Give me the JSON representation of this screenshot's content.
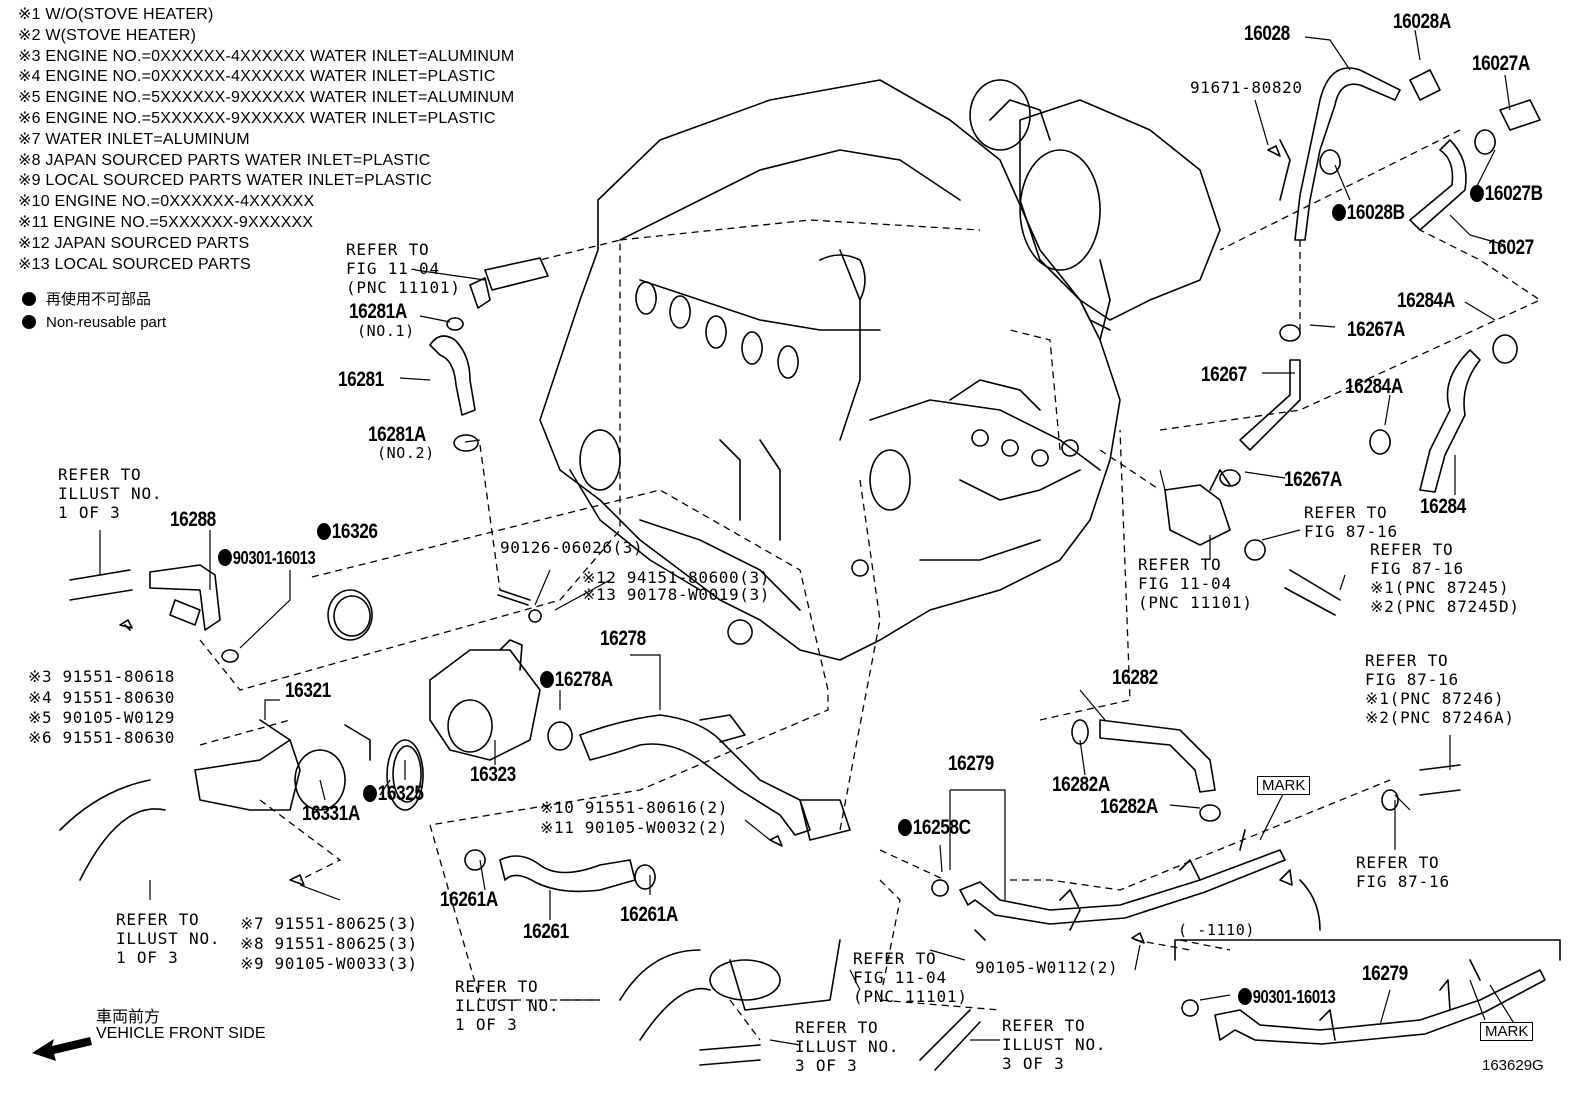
{
  "notes": [
    "※1  W/O(STOVE HEATER)",
    "※2  W(STOVE HEATER)",
    "※3  ENGINE NO.=0XXXXXX-4XXXXXX WATER INLET=ALUMINUM",
    "※4  ENGINE NO.=0XXXXXX-4XXXXXX WATER INLET=PLASTIC",
    "※5  ENGINE NO.=5XXXXXX-9XXXXXX WATER INLET=ALUMINUM",
    "※6  ENGINE NO.=5XXXXXX-9XXXXXX WATER INLET=PLASTIC",
    "※7  WATER INLET=ALUMINUM",
    "※8  JAPAN SOURCED PARTS WATER INLET=PLASTIC",
    "※9  LOCAL SOURCED PARTS WATER INLET=PLASTIC",
    "※10  ENGINE NO.=0XXXXXX-4XXXXXX",
    "※11  ENGINE NO.=5XXXXXX-9XXXXXX",
    "※12 JAPAN SOURCED PARTS",
    "※13 LOCAL SOURCED PARTS"
  ],
  "legend": {
    "jp": "再使用不可部品",
    "en": "Non-reusable part"
  },
  "parts": {
    "p16028": "16028",
    "p16028A": "16028A",
    "p16027A": "16027A",
    "p91671": "91671-80820",
    "p16027B": "16027B",
    "p16028B": "16028B",
    "p16027": "16027",
    "p16267A_top": "16267A",
    "p16284A_top": "16284A",
    "p16267": "16267",
    "p16284A_mid": "16284A",
    "p16267A_mid": "16267A",
    "p16284": "16284",
    "p16281A_1": "16281A",
    "p16281A_1_sub": "(NO.1)",
    "p16281": "16281",
    "p16281A_2": "16281A",
    "p16281A_2_sub": "(NO.2)",
    "p16288": "16288",
    "p90301_left": "90301-16013",
    "p16326": "16326",
    "p90126": "90126-06026(3)",
    "p94151": "※12 94151-80600(3)",
    "p90178": "※13 90178-W0019(3)",
    "p16278": "16278",
    "p16278A": "16278A",
    "p16321": "16321",
    "p16331A": "16331A",
    "p16325": "16325",
    "p16323": "16323",
    "p16282": "16282",
    "p16282A_1": "16282A",
    "p16282A_2": "16282A",
    "p16279": "16279",
    "p16258C": "16258C",
    "p16261A_1": "16261A",
    "p16261": "16261",
    "p16261A_2": "16261A",
    "p91551_10": "※10 91551-80616(2)",
    "p90105_11": "※11 90105-W0032(2)",
    "p90105_w0112": "90105-W0112(2)",
    "p16279_inset": "16279",
    "p90301_inset": "90301-16013",
    "inset_range": "(    -1110)"
  },
  "bolts_left": [
    "※3  91551-80618",
    "※4  91551-80630",
    "※5  90105-W0129",
    "※6  91551-80630"
  ],
  "bolts_bottom": [
    "※7  91551-80625(3)",
    "※8  91551-80625(3)",
    "※9  90105-W0033(3)"
  ],
  "refs": {
    "fig1104_top": "REFER TO\nFIG 11-04\n(PNC 11101)",
    "illust_left_top": "REFER TO\nILLUST NO.\n1 OF 3",
    "fig1104_mid": "REFER TO\nFIG 11-04\n(PNC 11101)",
    "fig8716_a": "REFER TO\nFIG 87-16",
    "fig8716_b": "REFER TO\nFIG 87-16\n※1(PNC 87245)\n※2(PNC 87245D)",
    "fig8716_c": "REFER TO\nFIG 87-16\n※1(PNC 87246)\n※2(PNC 87246A)",
    "fig8716_d": "REFER TO\nFIG 87-16",
    "illust_left_bottom": "REFER TO\nILLUST NO.\n1 OF 3",
    "illust_bottom_mid": "REFER TO\nILLUST NO.\n1 OF 3",
    "fig1104_bottom": "REFER TO\nFIG 11-04\n(PNC 11101)",
    "illust_3of3_a": "REFER TO\nILLUST NO.\n3 OF 3",
    "illust_3of3_b": "REFER TO\nILLUST NO.\n3 OF 3"
  },
  "marks": {
    "mark_main": "MARK",
    "mark_inset": "MARK"
  },
  "front": {
    "jp": "車両前方",
    "en": "VEHICLE FRONT SIDE"
  },
  "diagram_code": "163629G"
}
